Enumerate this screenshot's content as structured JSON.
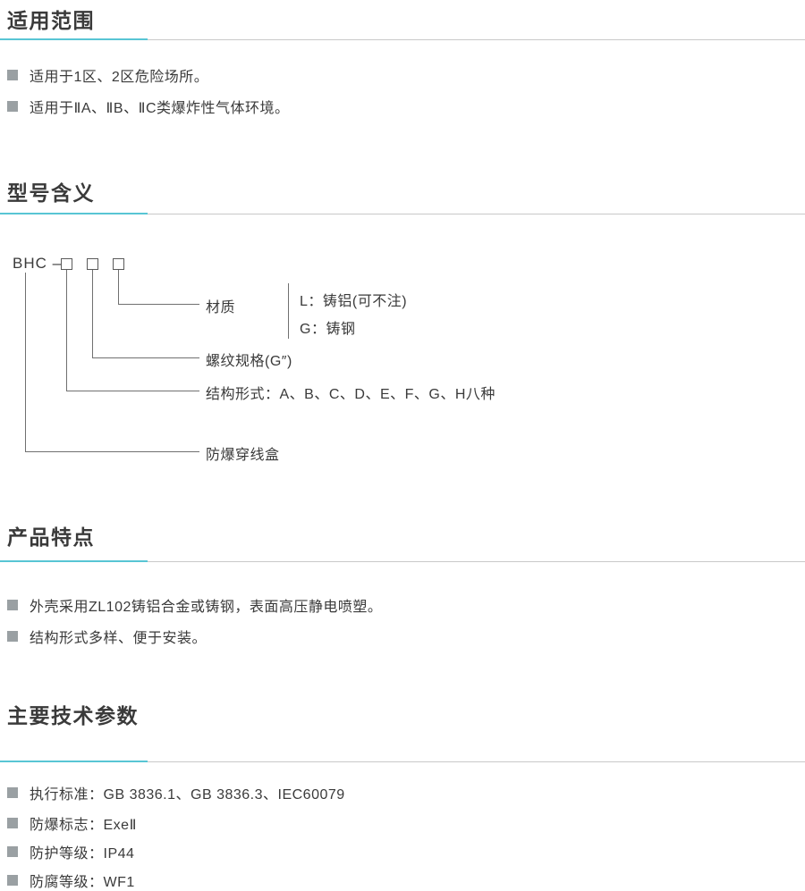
{
  "colors": {
    "accent_color": "#58c5d4",
    "rule_color": "#c9c9c9",
    "bullet_color": "#9aa0a3",
    "diagram_line_color": "#707070",
    "text_color": "#3a3a3a"
  },
  "sections": {
    "scope": {
      "title": "适用范围",
      "items": [
        "适用于1区、2区危险场所。",
        "适用于ⅡA、ⅡB、ⅡC类爆炸性气体环境。"
      ]
    },
    "model": {
      "title": "型号含义",
      "code_prefix": "BHC –",
      "material_label": "材质",
      "material_options": [
        "L：铸铝(可不注)",
        "G：铸钢"
      ],
      "thread_label": "螺纹规格(G″)",
      "structure_label": "结构形式：A、B、C、D、E、F、G、H八种",
      "product_label": "防爆穿线盒"
    },
    "features": {
      "title": "产品特点",
      "items": [
        "外壳采用ZL102铸铝合金或铸钢，表面高压静电喷塑。",
        "结构形式多样、便于安装。"
      ]
    },
    "params": {
      "title": "主要技术参数",
      "items": [
        "执行标准：GB 3836.1、GB 3836.3、IEC60079",
        "防爆标志：ExeⅡ",
        "防护等级：IP44",
        "防腐等级：WF1"
      ]
    }
  }
}
